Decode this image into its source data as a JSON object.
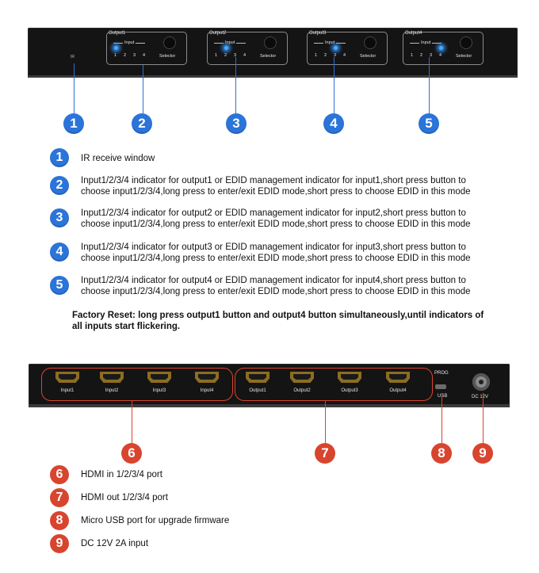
{
  "front_panel": {
    "ir_label": "IR",
    "outputs": [
      {
        "title": "Output1",
        "input_label": "Input",
        "numbers": [
          "1",
          "2",
          "3",
          "4"
        ],
        "selector_label": "Selector"
      },
      {
        "title": "Output2",
        "input_label": "Input",
        "numbers": [
          "1",
          "2",
          "3",
          "4"
        ],
        "selector_label": "Selector"
      },
      {
        "title": "Output3",
        "input_label": "Input",
        "numbers": [
          "1",
          "2",
          "3",
          "4"
        ],
        "selector_label": "Selector"
      },
      {
        "title": "Output4",
        "input_label": "Input",
        "numbers": [
          "1",
          "2",
          "3",
          "4"
        ],
        "selector_label": "Selector"
      }
    ]
  },
  "front_callouts": [
    "1",
    "2",
    "3",
    "4",
    "5"
  ],
  "legend_front": [
    {
      "num": "1",
      "text": "IR receive window"
    },
    {
      "num": "2",
      "line1": "Input1/2/3/4 indicator for output1 or EDID management indicator for input1,short press button to",
      "line2": "choose input1/2/3/4,long press to enter/exit EDID mode,short press to choose EDID in this mode"
    },
    {
      "num": "3",
      "line1": "Input1/2/3/4 indicator for output2 or EDID management indicator for input2,short press button to",
      "line2": "choose input1/2/3/4,long press to enter/exit EDID mode,short press to choose EDID in this mode"
    },
    {
      "num": "4",
      "line1": "Input1/2/3/4 indicator for output3 or EDID management indicator for input3,short press button to",
      "line2": "choose input1/2/3/4,long press to enter/exit EDID mode,short press to choose EDID in this mode"
    },
    {
      "num": "5",
      "line1": "Input1/2/3/4 indicator for output4 or EDID management indicator for input4,short press button to",
      "line2": "choose input1/2/3/4,long press to enter/exit EDID mode,short press to choose EDID in this mode"
    }
  ],
  "factory_reset": {
    "line1": "Factory Reset: long press output1 button and output4 button simultaneously,until indicators of",
    "line2": "all inputs start flickering."
  },
  "rear_panel": {
    "inputs": [
      "Input1",
      "Input2",
      "Input3",
      "Input4"
    ],
    "outputs": [
      "Output1",
      "Output2",
      "Output3",
      "Output4"
    ],
    "prog_label": "PROG",
    "usb_label": "USB",
    "dc_label": "DC 12V"
  },
  "rear_callouts": [
    "6",
    "7",
    "8",
    "9"
  ],
  "legend_rear": [
    {
      "num": "6",
      "text": "HDMI in 1/2/3/4 port"
    },
    {
      "num": "7",
      "text": "HDMI out 1/2/3/4 port"
    },
    {
      "num": "8",
      "text": "Micro USB port for upgrade firmware"
    },
    {
      "num": "9",
      "text": "DC 12V 2A input"
    }
  ],
  "colors": {
    "blue_callout": "#2b74d9",
    "red_callout": "#d8452e",
    "led": "#3fb0ff",
    "panel": "#141414"
  }
}
